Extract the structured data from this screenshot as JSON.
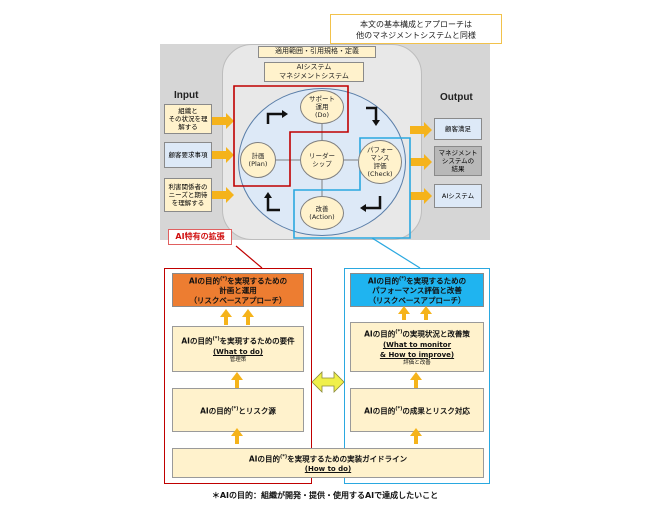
{
  "top_note": {
    "line1": "本文の基本構成とアプローチは",
    "line2": "他のマネジメントシステムと同様"
  },
  "header_scope": "適用範囲・引用規格・定義",
  "header_aims": {
    "line1": "AIシステム",
    "line2": "マネジメントシステム"
  },
  "input": {
    "label": "Input",
    "items": [
      {
        "line1": "組織と",
        "line2": "その状況を理",
        "line3": "解する"
      },
      {
        "line1": "顧客要求事項",
        "line2": "",
        "line3": ""
      },
      {
        "line1": "利害関係者の",
        "line2": "ニーズと期待",
        "line3": "を理解する"
      }
    ]
  },
  "output": {
    "label": "Output",
    "items": [
      {
        "line1": "顧客満足",
        "line2": "",
        "line3": ""
      },
      {
        "line1": "マネジメント",
        "line2": "システムの",
        "line3": "結果"
      },
      {
        "line1": "AIシステム",
        "line2": "",
        "line3": ""
      }
    ]
  },
  "pdca": {
    "support": {
      "line1": "サポート",
      "line2": "運用",
      "line3": "(Do)"
    },
    "plan": {
      "line1": "計画",
      "line2": "(Plan)"
    },
    "leadership": {
      "line1": "リーダー",
      "line2": "シップ"
    },
    "check": {
      "line1": "パフォー",
      "line2": "マンス",
      "line3": "評価",
      "line4": "(Check)"
    },
    "act": {
      "line1": "改善",
      "line2": "(Action)"
    }
  },
  "ai_extension_label": "AI特有の拡張",
  "left_column": {
    "header": {
      "line1": "AIの目的",
      "sup": "(*)",
      "line1b": "を実現するための",
      "line2": "計画と運用",
      "line3": "（リスクベースアプローチ）"
    },
    "box1": {
      "main_a": "AIの目的",
      "sup": "(*)",
      "main_b": "を実現するための要件",
      "sub_en": "(What to do)",
      "sub_jp": "管理策"
    },
    "box2": {
      "main_a": "AIの目的",
      "sup": "(*)",
      "main_b": "とリスク源"
    }
  },
  "right_column": {
    "header": {
      "line1": "AIの目的",
      "sup": "(*)",
      "line1b": "を実現するための",
      "line2": "パフォーマンス評価と改善",
      "line3": "（リスクベースアプローチ）"
    },
    "box1": {
      "main_a": "AIの目的",
      "sup": "(*)",
      "main_b": "の実現状況と改善策",
      "sub_en1": "(What to monitor",
      "sub_en2": "& How to improve)",
      "sub_jp": "評価と改善"
    },
    "box2": {
      "main_a": "AIの目的",
      "sup": "(*)",
      "main_b": "の成果とリスク対応"
    }
  },
  "bottom_box": {
    "main_a": "AIの目的",
    "sup": "(*)",
    "main_b": "を実現するための実装ガイドライン",
    "sub_en": "(How to do)"
  },
  "footnote": "＊AIの目的：組織が開発・提供・使用するAIで達成したいこと",
  "colors": {
    "red": "#c00000",
    "blue": "#2aa8e0",
    "orange": "#ed7d31",
    "cream": "#fff2cc",
    "arrow": "#f5b31b"
  }
}
